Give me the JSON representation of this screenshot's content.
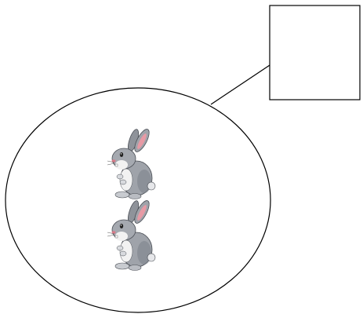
{
  "diagram": {
    "set_label": "",
    "answer_box_value": "",
    "items": [
      {
        "kind": "rabbit",
        "description": "rabbit"
      },
      {
        "kind": "rabbit",
        "description": "rabbit"
      }
    ],
    "colors": {
      "outline": "#000000",
      "background": "#ffffff",
      "rabbit_body": "#9fa3aa",
      "rabbit_shadow": "#6f747c",
      "rabbit_belly": "#f2f2f2",
      "rabbit_ear_inner": "#e79aa5",
      "rabbit_nose": "#d97a88"
    }
  }
}
